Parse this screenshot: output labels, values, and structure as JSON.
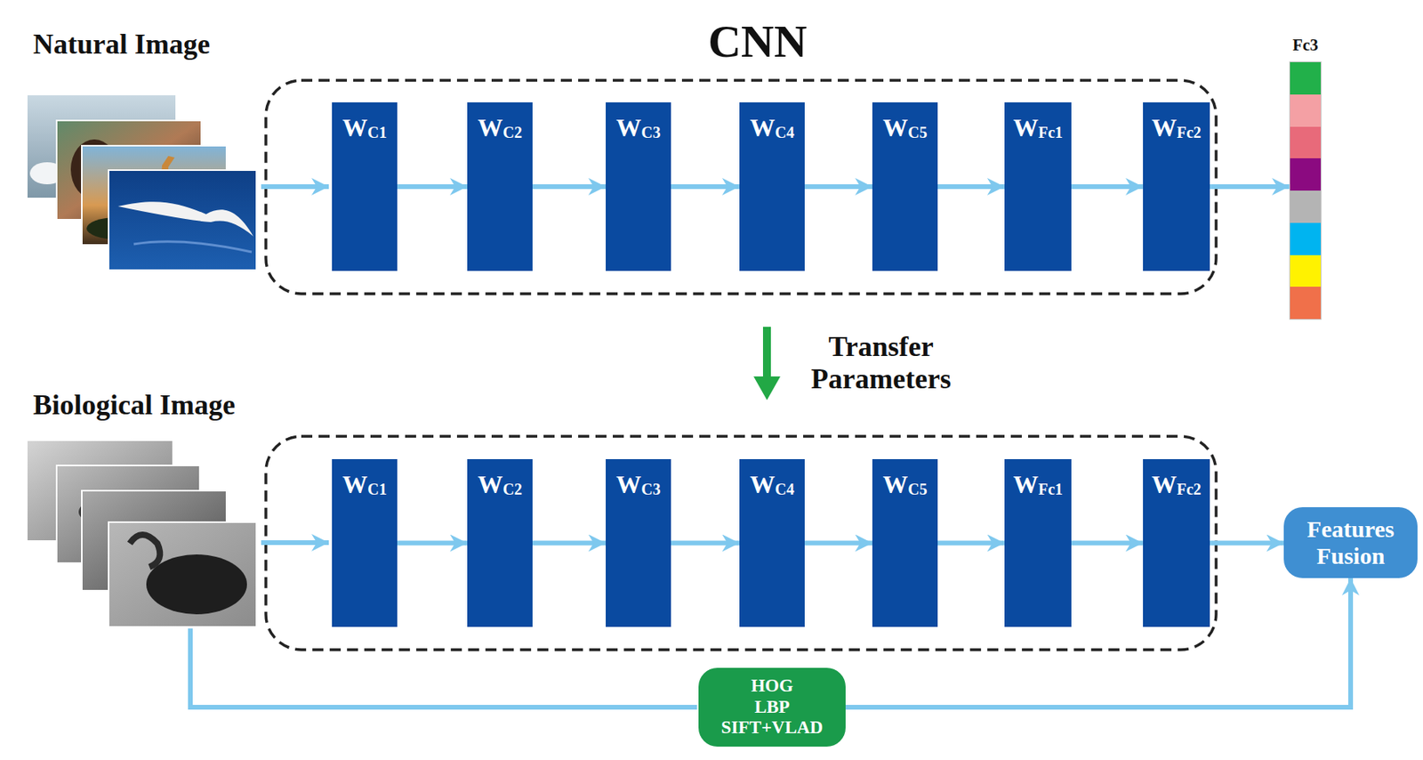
{
  "diagram": {
    "title": "CNN",
    "nodes": [
      {
        "text": [
          "W",
          "C1"
        ]
      },
      {
        "text": [
          "W",
          "C2"
        ]
      },
      {
        "text": [
          "W",
          "C3"
        ]
      },
      {
        "text": [
          "W",
          "C4"
        ]
      },
      {
        "text": [
          "W",
          "C5"
        ]
      },
      {
        "text": [
          "W",
          "Fc1"
        ]
      },
      {
        "text": [
          "W",
          "Fc2"
        ]
      },
      {
        "text": [
          "Fc3"
        ]
      },
      {
        "text": [
          "W",
          "C1"
        ]
      },
      {
        "text": [
          "W",
          "C2"
        ]
      },
      {
        "text": [
          "W",
          "C3"
        ]
      },
      {
        "text": [
          "W",
          "C4"
        ]
      },
      {
        "text": [
          "W",
          "C5"
        ]
      },
      {
        "text": [
          "W",
          "Fc1"
        ]
      },
      {
        "text": [
          "W",
          "Fc2"
        ]
      },
      {
        "text": [
          "Features Fusion"
        ]
      },
      {
        "text": [
          "HOG",
          "LBP",
          "SIFT+VLAD"
        ]
      }
    ],
    "edges": [
      {
        "from": 0,
        "to": 1,
        "arrow": "to"
      },
      {
        "from": 1,
        "to": 2,
        "arrow": "to"
      },
      {
        "from": 2,
        "to": 3,
        "arrow": "to"
      },
      {
        "from": 3,
        "to": 4,
        "arrow": "to"
      },
      {
        "from": 4,
        "to": 5,
        "arrow": "to"
      },
      {
        "from": 5,
        "to": 6,
        "arrow": "to"
      },
      {
        "from": 6,
        "to": 7,
        "arrow": "to"
      },
      {
        "from": 8,
        "to": 9,
        "arrow": "to"
      },
      {
        "from": 9,
        "to": 10,
        "arrow": "to"
      },
      {
        "from": 10,
        "to": 11,
        "arrow": "to"
      },
      {
        "from": 11,
        "to": 12,
        "arrow": "to"
      },
      {
        "from": 12,
        "to": 13,
        "arrow": "to"
      },
      {
        "from": 13,
        "to": 14,
        "arrow": "to"
      },
      {
        "from": 14,
        "to": 15,
        "arrow": "to"
      },
      {
        "from": 16,
        "to": 15,
        "arrow": "to"
      }
    ],
    "labels": [
      "Natural Image",
      "Transfer Parameters",
      "Biological Image"
    ]
  }
}
